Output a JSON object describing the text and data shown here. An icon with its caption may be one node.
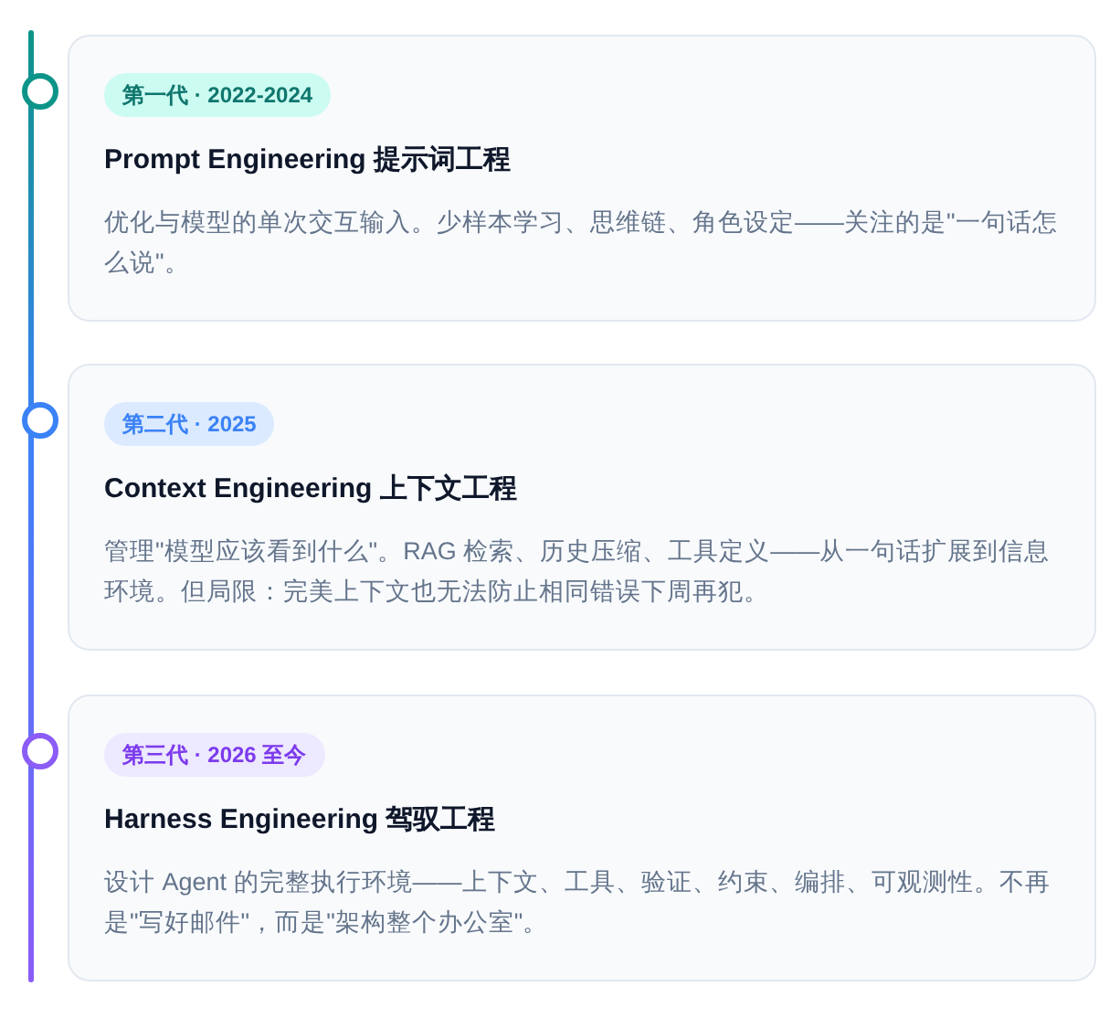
{
  "diagram": {
    "nodes": [
      {
        "text": [
          "Prompt Engineering 提示词工程",
          "优化与模型的单次交互输入。少样本学习、思维链、角色设定——关注的是\"一句话怎么说\"。"
        ]
      },
      {
        "text": [
          "第一代 · 2022-2024"
        ],
        "in": 0
      },
      {
        "text": [
          "Context Engineering 上下文工程",
          "管理\"模型应该看到什么\"。RAG 检索、历史压缩、工具定义——从一句话扩展到信息环境。但局限：完美上下文也无法防止相同错误下周再犯。"
        ]
      },
      {
        "text": [
          "第二代 · 2025"
        ],
        "in": 2
      },
      {
        "text": [
          "Harness Engineering 驾驭工程",
          "设计 Agent 的完整执行环境——上下文、工具、验证、约束、编排、可观测性。不再是\"写好邮件\"，而是\"架构整个办公室\"。"
        ]
      },
      {
        "text": [
          "第三代 · 2026 至今"
        ],
        "in": 4
      }
    ]
  }
}
